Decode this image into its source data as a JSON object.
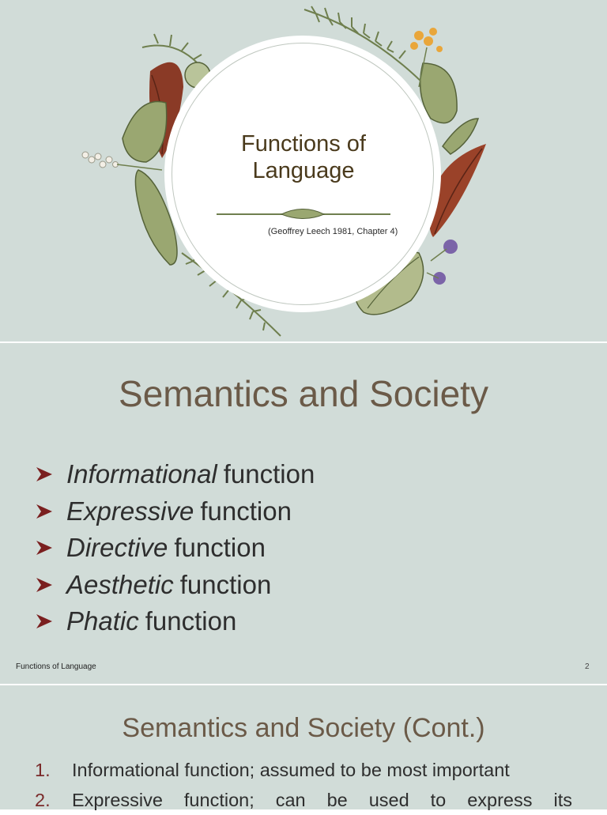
{
  "slide1": {
    "title_line1": "Functions of",
    "title_line2": "Language",
    "subtitle": "(Geoffrey Leech 1981, Chapter 4)"
  },
  "slide2": {
    "heading": "Semantics and Society",
    "bullets": [
      {
        "italic": "Informational",
        "rest": "function"
      },
      {
        "italic": "Expressive",
        "rest": "function"
      },
      {
        "italic": "Directive",
        "rest": "function"
      },
      {
        "italic": "Aesthetic",
        "rest": "function"
      },
      {
        "italic": "Phatic",
        "rest": "function"
      }
    ],
    "footer_title": "Functions of Language",
    "page_number": "2"
  },
  "slide3": {
    "heading": "Semantics and Society (Cont.)",
    "items": [
      {
        "num": "1.",
        "text": "Informational function; assumed to be most important"
      },
      {
        "num": "2.",
        "words": [
          "Expressive",
          "function;",
          "can",
          "be",
          "used",
          "to",
          "express",
          "its"
        ]
      }
    ]
  },
  "colors": {
    "slide_bg": "#d1dcd8",
    "heading": "#6b5a48",
    "bullet_arrow": "#7a1f1f",
    "title": "#4a3a1c"
  }
}
